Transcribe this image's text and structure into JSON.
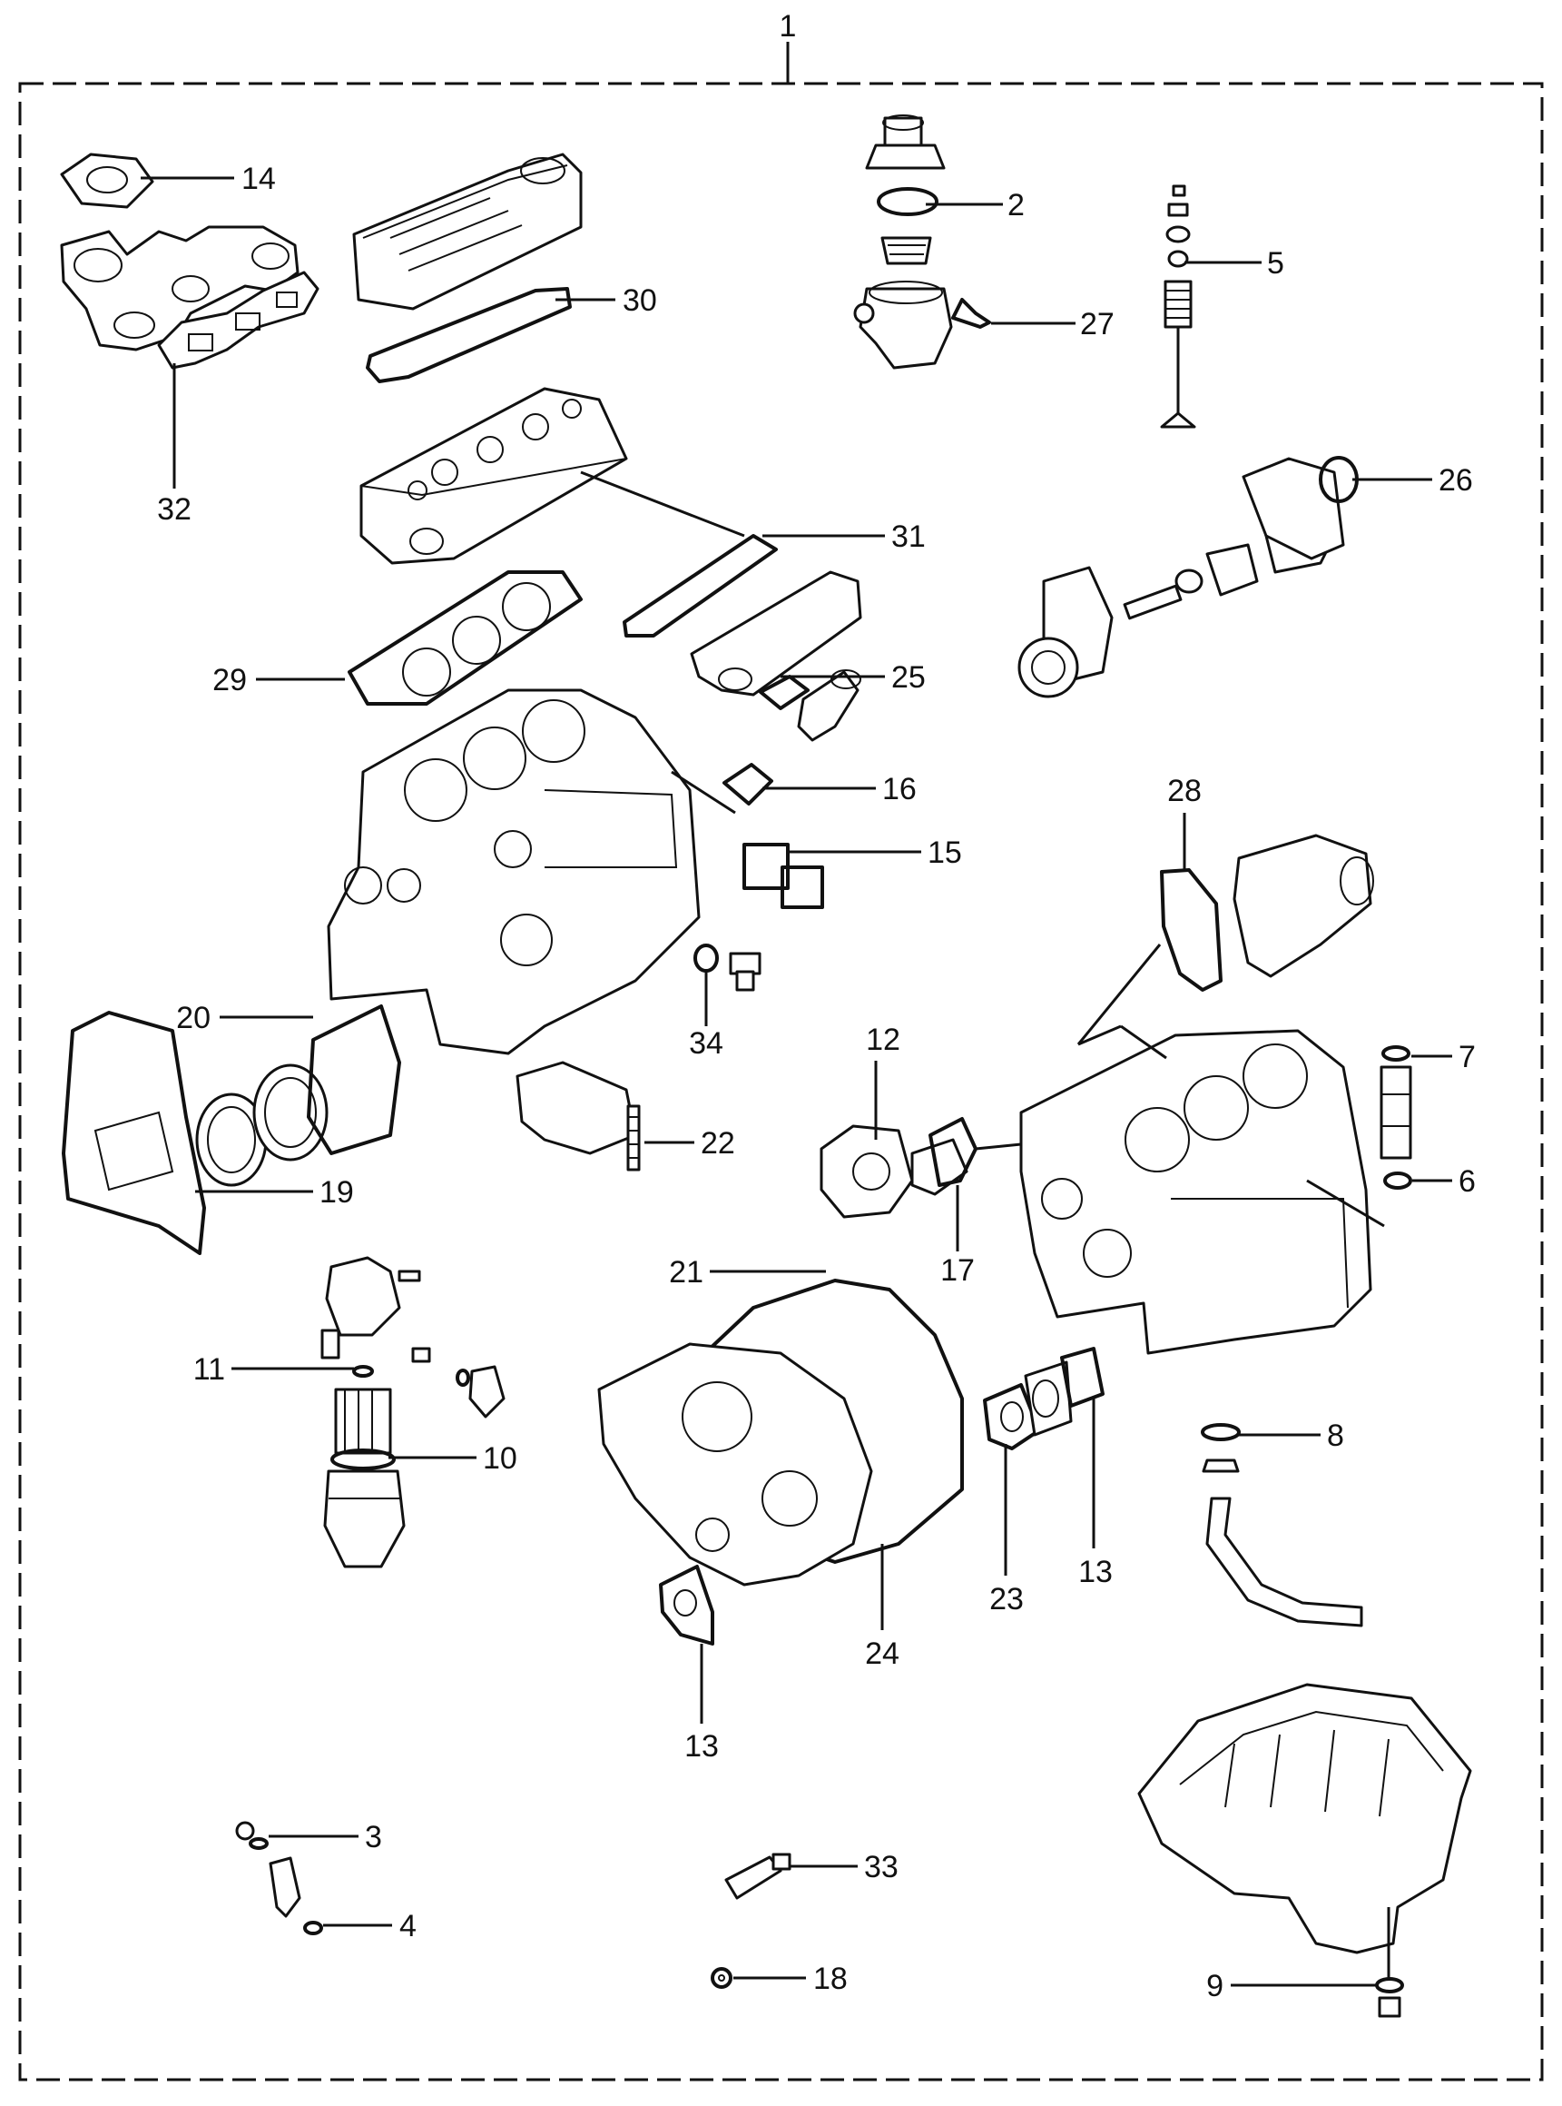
{
  "labels": {
    "kit": "1",
    "thermostat_cover_gasket": "2",
    "glow_plug_nut": "3",
    "glow_plug_washer": "4",
    "valve_seal": "5",
    "plug_oring_lower": "6",
    "plug_oring_upper": "7",
    "drain_plug_gasket": "8",
    "oil_pan_plug_gasket": "9",
    "fuel_filter_oring": "10",
    "fuel_oring_small": "11",
    "water_pump": "12",
    "gasket_13_right": "13",
    "gasket_13_bottom": "13",
    "exhaust_gasket_top": "14",
    "side_cover_gasket": "15",
    "side_plate_gasket": "16",
    "water_pump_gasket": "17",
    "washer_18": "18",
    "rear_plate_gasket": "19",
    "oil_seal": "20",
    "gear_case_gasket": "21",
    "bearing_seal": "22",
    "gasket_23": "23",
    "gear_cover_gasket": "24",
    "water_outlet_gasket": "25",
    "pump_body_oring": "26",
    "thermostat_housing_gasket": "27",
    "housing_gasket": "28",
    "head_gasket": "29",
    "rocker_cover_gasket": "30",
    "intake_manifold_gasket": "31",
    "exhaust_manifold_gasket": "32",
    "sealant": "33",
    "oil_pressure_washer": "34"
  },
  "style": {
    "line_color": "#111111",
    "background": "#ffffff"
  }
}
